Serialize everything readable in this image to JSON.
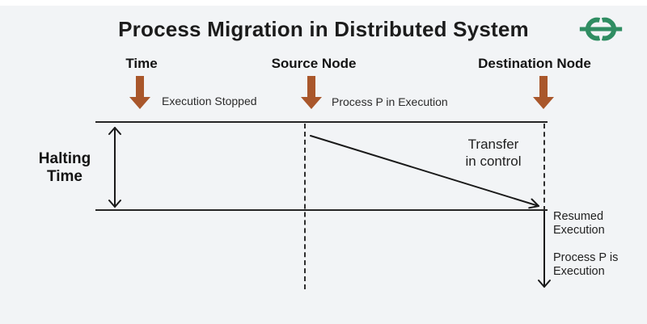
{
  "title": "Process Migration in Distributed System",
  "logo": {
    "name": "GeeksforGeeks"
  },
  "colors": {
    "background": "#F2F4F6",
    "arrow_brown": "#A9572B",
    "logo_green": "#2F8D62",
    "ink": "#1C1C1C"
  },
  "columns": [
    {
      "label": "Time",
      "annotation": "Execution Stopped"
    },
    {
      "label": "Source Node",
      "annotation": "Process P in Execution"
    },
    {
      "label": "Destination Node"
    }
  ],
  "labels": {
    "halting_time": "Halting\nTime",
    "transfer_in_control": "Transfer\nin control",
    "resumed_execution": "Resumed\nExecution",
    "process_p_execution": "Process P is\nExecution"
  }
}
